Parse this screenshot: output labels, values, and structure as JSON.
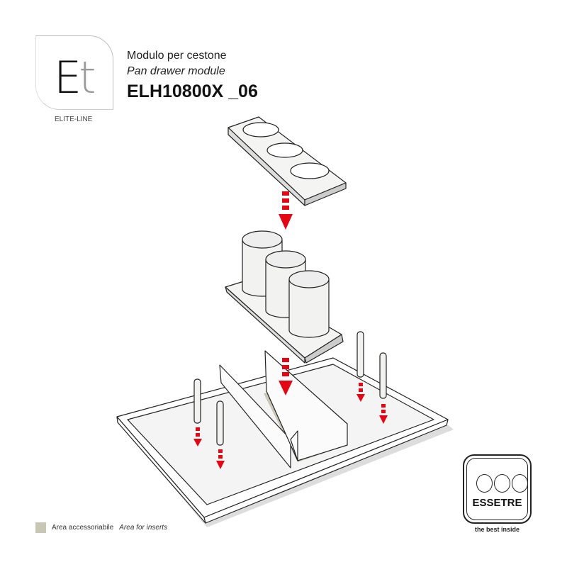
{
  "logo": {
    "letters_main": "E",
    "letters_accent": "t",
    "caption": "ELITE-LINE"
  },
  "header": {
    "title_it": "Modulo per cestone",
    "title_en": "Pan drawer module",
    "code": "ELH10800X _06"
  },
  "legend": {
    "label_it": "Area accessoriabile",
    "label_en": "Area for inserts",
    "swatch_color": "#c9c7b4"
  },
  "brand": {
    "name": "ESSETRE",
    "tagline": "the best inside"
  },
  "colors": {
    "arrow": "#e30613",
    "outline": "#222222",
    "fill": "#f2f2f0"
  }
}
